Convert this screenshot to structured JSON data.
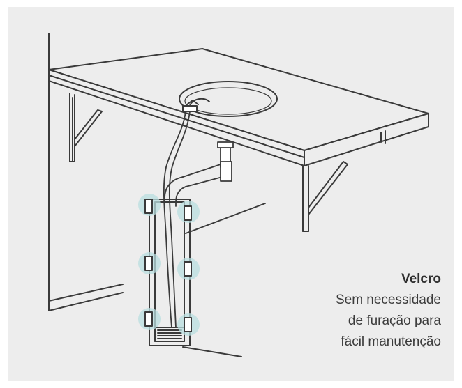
{
  "caption": {
    "title": "Velcro",
    "lines": [
      "Sem necessidade",
      "de furação para",
      "fácil manutenção"
    ]
  },
  "colors": {
    "background": "#ededed",
    "line": "#3a3a3a",
    "velcro_highlight": "#b9dfe0",
    "text": "#3b3b3b"
  },
  "icons": [
    "sink-icon",
    "faucet-icon",
    "drain-pipe-icon",
    "velcro-strap-icon"
  ]
}
